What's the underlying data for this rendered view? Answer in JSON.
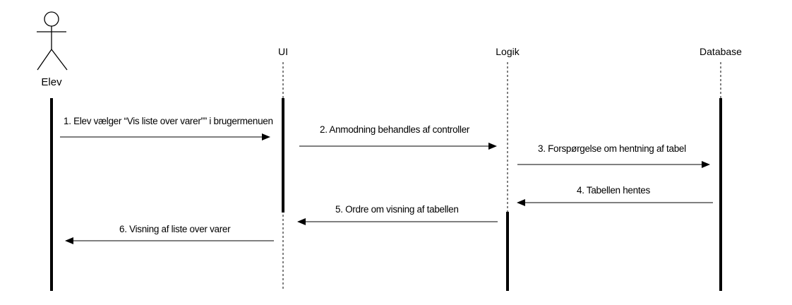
{
  "participants": {
    "actor": "Elev",
    "ui": "UI",
    "logic": "Logik",
    "database": "Database"
  },
  "messages": [
    {
      "label": "1. Elev vælger “Vis liste over varer”” i brugermenuen",
      "from": "actor",
      "to": "ui"
    },
    {
      "label": "2. Anmodning behandles af controller",
      "from": "ui",
      "to": "logic"
    },
    {
      "label": "3. Forspørgelse om hentning af tabel",
      "from": "logic",
      "to": "database"
    },
    {
      "label": "4. Tabellen hentes",
      "from": "database",
      "to": "logic"
    },
    {
      "label": "5. Ordre om visning af tabellen",
      "from": "logic",
      "to": "ui"
    },
    {
      "label": "6. Visning af liste over varer",
      "from": "ui",
      "to": "actor"
    }
  ]
}
